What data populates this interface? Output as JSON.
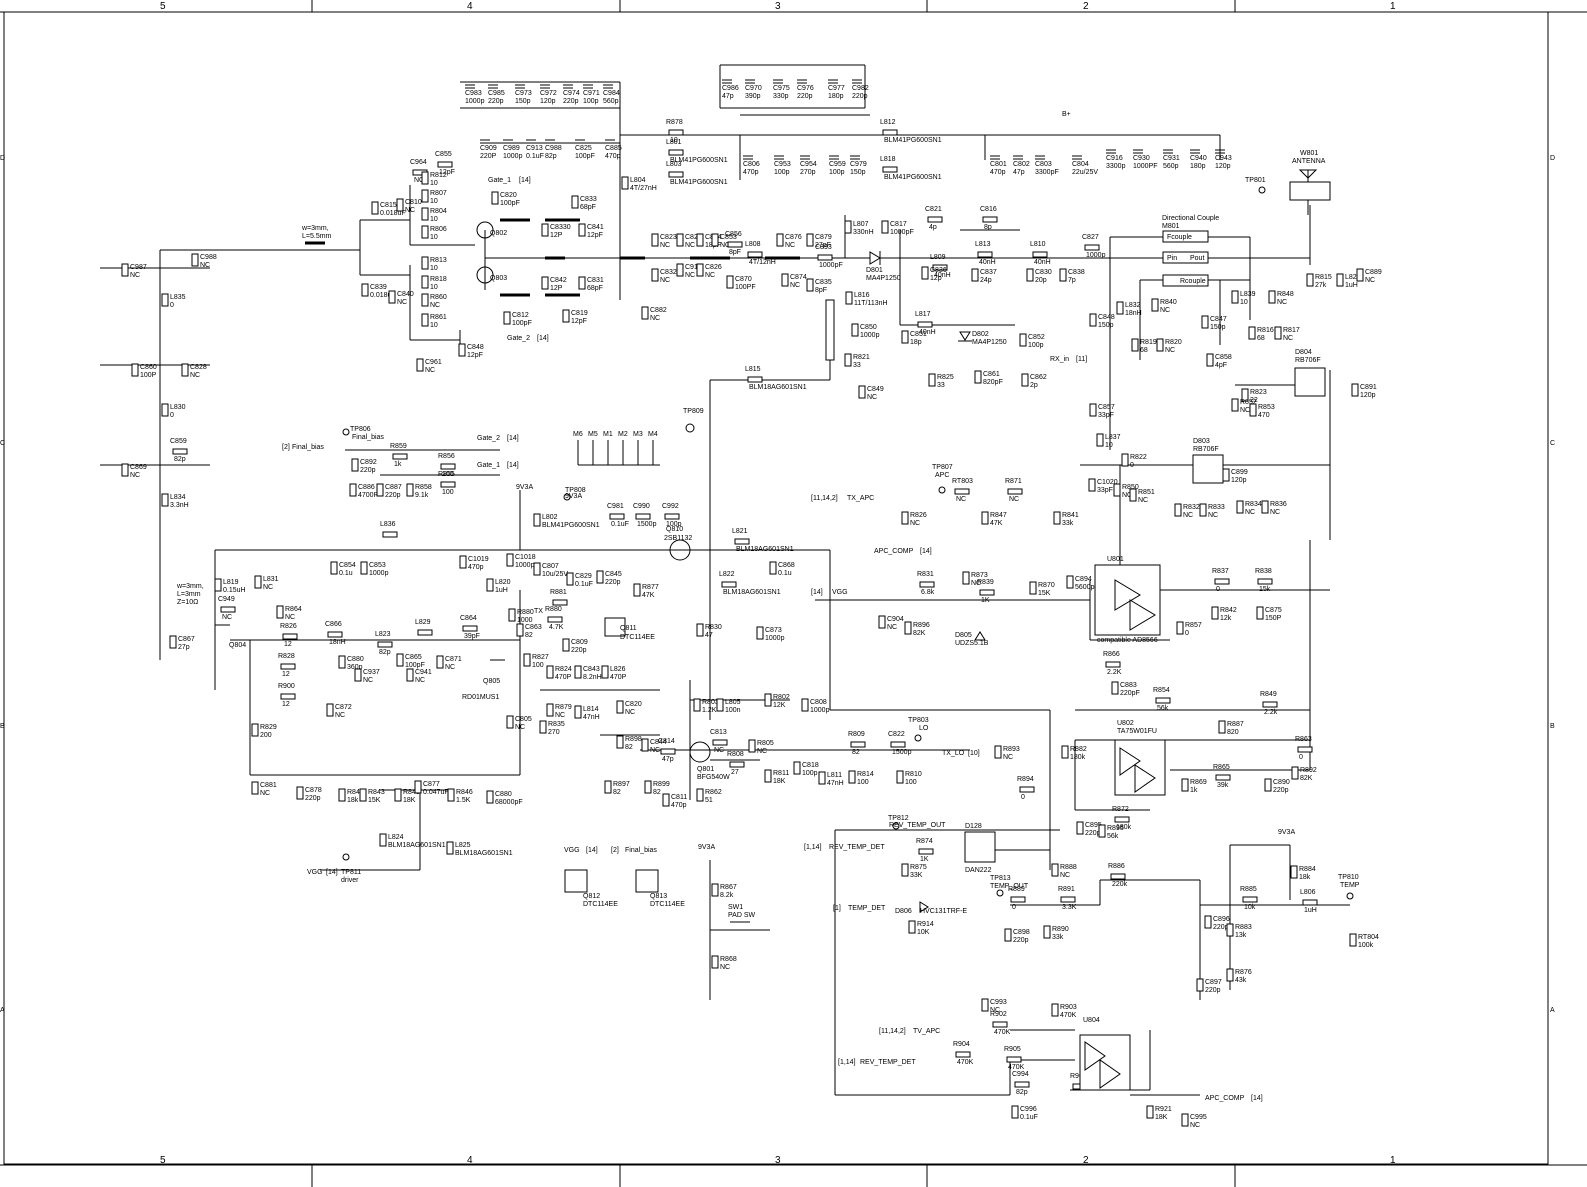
{
  "frame": {
    "columns": [
      "5",
      "4",
      "3",
      "2",
      "1"
    ],
    "rows": [
      "D",
      "C",
      "B",
      "A"
    ]
  },
  "net_labels": [
    {
      "id": "gate1_top",
      "text": "Gate_1"
    },
    {
      "id": "gate2",
      "text": "Gate_2"
    },
    {
      "id": "final_bias",
      "text": "Final_bias"
    },
    {
      "id": "gate2b",
      "text": "Gate_2"
    },
    {
      "id": "gate1b",
      "text": "Gate_1"
    },
    {
      "id": "rx_in",
      "text": "RX_in"
    },
    {
      "id": "tx_apc",
      "text": "TX_APC"
    },
    {
      "id": "apc_comp",
      "text": "APC_COMP"
    },
    {
      "id": "vgg_mid",
      "text": "VGG"
    },
    {
      "id": "tx",
      "text": "TX"
    },
    {
      "id": "tx_lo",
      "text": "TX_LO"
    },
    {
      "id": "vgg_low",
      "text": "VGG"
    },
    {
      "id": "rev_temp_det",
      "text": "REV_TEMP_DET"
    },
    {
      "id": "temp_det",
      "text": "TEMP_DET"
    },
    {
      "id": "tv_apc",
      "text": "TV_APC"
    },
    {
      "id": "rev_temp_det2",
      "text": "REV_TEMP_DET"
    },
    {
      "id": "apc_comp2",
      "text": "APC_COMP"
    },
    {
      "id": "bplus",
      "text": "B+"
    }
  ],
  "refs": {
    "r14": "[14]",
    "r11": "[11]",
    "r2": "[2]",
    "r10": "[10]",
    "r1": "[1]",
    "r11142": "[11,14,2]",
    "r114": "[1,14]"
  },
  "testpoints": [
    {
      "id": "tp801",
      "text": "TP801"
    },
    {
      "id": "tp806",
      "text": "TP806"
    },
    {
      "id": "tp808",
      "text": "TP808"
    },
    {
      "id": "tp809",
      "text": "TP809"
    },
    {
      "id": "tp807",
      "text": "TP807"
    },
    {
      "id": "tp803",
      "text": "TP803"
    },
    {
      "id": "tp812",
      "text": "TP812"
    },
    {
      "id": "tp813",
      "text": "TP813"
    },
    {
      "id": "tp810",
      "text": "TP810"
    },
    {
      "id": "tp811",
      "text": "TP811"
    }
  ],
  "tp_notes": {
    "apc": "APC",
    "lo": "LO",
    "rev": "REV_TEMP_OUT",
    "tout": "TEMP_OUT",
    "temp": "TEMP",
    "driver": "driver",
    "fbias": "Final_bias",
    "v9a": "9V3A"
  },
  "mounts": [
    "M6",
    "M5",
    "M1",
    "M2",
    "M3",
    "M4"
  ],
  "antenna": {
    "ref": "W801",
    "name": "ANTENNA"
  },
  "coupler": {
    "title": "Directional Couple",
    "ref": "M801",
    "fc": "Fcouple",
    "pin": "Pin",
    "pout": "Pout",
    "rc": "Rcouple"
  },
  "ics": {
    "u801": "U801",
    "u802": "U802",
    "u802p": "TA75W01FU",
    "u804": "U804",
    "compat": "compatible AD8566"
  },
  "transistors": {
    "q802": "Q802",
    "q803": "Q803",
    "q804": "Q804",
    "q805": "Q805",
    "q805p": "RD01MUS1",
    "q810": "Q810",
    "q810p": "2SB1132",
    "q811": "Q811",
    "q811p": "DTC114EE",
    "q801": "Q801",
    "q801p": "BFG540W",
    "q812": "Q812",
    "q812p": "DTC114EE",
    "q813": "Q813",
    "q813p": "DTC114EE"
  },
  "diodes": {
    "d801": "D801",
    "d801p": "MA4P1250",
    "d802": "D802",
    "d802p": "MA4P1250",
    "d804": "D804",
    "d804p": "RB706F",
    "d803": "D803",
    "d803p": "RB706F",
    "d805": "D805",
    "d805p": "UDZS5.1B",
    "d128": "D128",
    "d128p": "DAN222",
    "d806": "D806",
    "d806p": "HVC131TRF-E"
  },
  "switch": {
    "ref": "SW1",
    "name": "PAD SW"
  },
  "trace_notes": {
    "a": "w=3mm,",
    "b": "L=5.5mm",
    "c": "w=3mm,",
    "d": "L=3mm",
    "e": "Z=10Ω"
  },
  "parts_top": [
    [
      "C983",
      "1000p"
    ],
    [
      "C985",
      "220p"
    ],
    [
      "C973",
      "150p"
    ],
    [
      "C972",
      "120p"
    ],
    [
      "C974",
      "220p"
    ],
    [
      "C971",
      "100p"
    ],
    [
      "C984",
      "560p"
    ],
    [
      "C986",
      "47p"
    ],
    [
      "C970",
      "390p"
    ],
    [
      "C975",
      "330p"
    ],
    [
      "C976",
      "220p"
    ],
    [
      "C977",
      "180p"
    ],
    [
      "C982",
      "220p"
    ],
    [
      "C909",
      "220P"
    ],
    [
      "C989",
      "1000p"
    ],
    [
      "C913",
      "0.1uF"
    ],
    [
      "C988",
      "82p"
    ],
    [
      "C825",
      "100pF"
    ],
    [
      "C885",
      "470p"
    ],
    [
      "C806",
      "470p"
    ],
    [
      "C953",
      "100p"
    ],
    [
      "C954",
      "270p"
    ],
    [
      "C959",
      "100p"
    ],
    [
      "C979",
      "150p"
    ],
    [
      "C801",
      "470p"
    ],
    [
      "C802",
      "47p"
    ],
    [
      "C803",
      "3300pF"
    ],
    [
      "C804",
      "22u/25V"
    ],
    [
      "C916",
      "3300p"
    ],
    [
      "C930",
      "1000PF"
    ],
    [
      "C931",
      "560p"
    ],
    [
      "C940",
      "180p"
    ],
    [
      "C943",
      "120p"
    ]
  ],
  "parts": [
    [
      "R878",
      "10"
    ],
    [
      "L801",
      "BLM41PG600SN1"
    ],
    [
      "L803",
      "BLM41PG600SN1"
    ],
    [
      "L812",
      "BLM41PG600SN1"
    ],
    [
      "L818",
      "BLM41PG600SN1"
    ],
    [
      "C855",
      "12pF"
    ],
    [
      "C964",
      "NC"
    ],
    [
      "R812",
      "10"
    ],
    [
      "R807",
      "10"
    ],
    [
      "R804",
      "10"
    ],
    [
      "R806",
      "10"
    ],
    [
      "C815",
      "0.018uF"
    ],
    [
      "C810",
      "NC"
    ],
    [
      "C820",
      "100pF"
    ],
    [
      "C833",
      "68pF"
    ],
    [
      "L804",
      "4T/27nH"
    ],
    [
      "C8330",
      "12P"
    ],
    [
      "C841",
      "12pF"
    ],
    [
      "C823",
      "NC"
    ],
    [
      "C821b",
      "NC"
    ],
    [
      "C824",
      "18pF"
    ],
    [
      "C853b",
      "NC"
    ],
    [
      "C856",
      "8pF"
    ],
    [
      "L808",
      "4T/12nH"
    ],
    [
      "C876",
      "NC"
    ],
    [
      "C879",
      "27pF"
    ],
    [
      "C893",
      "1000pF"
    ],
    [
      "L807",
      "330nH"
    ],
    [
      "C817",
      "1000pF"
    ],
    [
      "C821",
      "4p"
    ],
    [
      "C816",
      "8p"
    ],
    [
      "L809",
      "40nH"
    ],
    [
      "L813",
      "40nH"
    ],
    [
      "L810",
      "40nH"
    ],
    [
      "C827",
      "1000p"
    ],
    [
      "C987",
      "NC"
    ],
    [
      "C988b",
      "NC"
    ],
    [
      "L835",
      "0"
    ],
    [
      "C860",
      "100P"
    ],
    [
      "C828",
      "NC"
    ],
    [
      "L830",
      "0"
    ],
    [
      "C859",
      "82p"
    ],
    [
      "C869",
      "NC"
    ],
    [
      "L834",
      "3.3nH"
    ],
    [
      "R813",
      "10"
    ],
    [
      "R818",
      "10"
    ],
    [
      "R860",
      "NC"
    ],
    [
      "R861",
      "10"
    ],
    [
      "C839",
      "0.018uF"
    ],
    [
      "C840",
      "NC"
    ],
    [
      "C961",
      "NC"
    ],
    [
      "C848",
      "12pF"
    ],
    [
      "C842",
      "12P"
    ],
    [
      "C831",
      "68pF"
    ],
    [
      "C812",
      "100pF"
    ],
    [
      "C819",
      "12pF"
    ],
    [
      "C882",
      "NC"
    ],
    [
      "C832",
      "NC"
    ],
    [
      "C911",
      "NC"
    ],
    [
      "C826",
      "NC"
    ],
    [
      "C870",
      "100PF"
    ],
    [
      "C874",
      "NC"
    ],
    [
      "C835",
      "8pF"
    ],
    [
      "L816",
      "11T/113nH"
    ],
    [
      "D801",
      "MA4P1250"
    ],
    [
      "C836",
      "12p"
    ],
    [
      "C837",
      "24p"
    ],
    [
      "C830",
      "20p"
    ],
    [
      "C838",
      "7p"
    ],
    [
      "L817",
      "40nH"
    ],
    [
      "C851",
      "18p"
    ],
    [
      "C850",
      "1000p"
    ],
    [
      "C852",
      "100p"
    ],
    [
      "R821",
      "33"
    ],
    [
      "C849",
      "NC"
    ],
    [
      "R825",
      "33"
    ],
    [
      "C861",
      "820pF"
    ],
    [
      "C862",
      "2p"
    ],
    [
      "R815",
      "27k"
    ],
    [
      "L828",
      "1uH"
    ],
    [
      "C889",
      "NC"
    ],
    [
      "R840",
      "NC"
    ],
    [
      "L832",
      "18nH"
    ],
    [
      "R819",
      "68"
    ],
    [
      "R820",
      "NC"
    ],
    [
      "C848b",
      "150p"
    ],
    [
      "C847",
      "150p"
    ],
    [
      "C858",
      "4pF"
    ],
    [
      "L839",
      "10"
    ],
    [
      "R848",
      "NC"
    ],
    [
      "R816",
      "68"
    ],
    [
      "R817",
      "NC"
    ],
    [
      "R823",
      "22"
    ],
    [
      "R852",
      "NC"
    ],
    [
      "R853",
      "470"
    ],
    [
      "C891",
      "120p"
    ],
    [
      "C857",
      "33pF"
    ],
    [
      "L815",
      "BLM18AG601SN1"
    ],
    [
      "R859",
      "1k"
    ],
    [
      "R856",
      "100"
    ],
    [
      "C892",
      "220p"
    ],
    [
      "C886",
      "4700P"
    ],
    [
      "C887",
      "220p"
    ],
    [
      "R858",
      "9.1k"
    ],
    [
      "R855",
      "100"
    ],
    [
      "L837",
      "10"
    ],
    [
      "C1020",
      "33pF"
    ],
    [
      "R822",
      "0"
    ],
    [
      "C899",
      "120p"
    ],
    [
      "R850",
      "NC"
    ],
    [
      "R851",
      "NC"
    ],
    [
      "R832",
      "NC"
    ],
    [
      "R833",
      "NC"
    ],
    [
      "R834",
      "NC"
    ],
    [
      "R836",
      "NC"
    ],
    [
      "RT803",
      "NC"
    ],
    [
      "R871",
      "NC"
    ],
    [
      "R826",
      "NC"
    ],
    [
      "R847",
      "47K"
    ],
    [
      "R841",
      "33k"
    ],
    [
      "L802",
      "BLM41PG600SN1"
    ],
    [
      "C981",
      "0.1uF"
    ],
    [
      "C990",
      "1500p"
    ],
    [
      "C992",
      "100p"
    ],
    [
      "L836",
      ""
    ],
    [
      "C854",
      "0.1u"
    ],
    [
      "C853",
      "1000p"
    ],
    [
      "C1019",
      "470p"
    ],
    [
      "C1018",
      "1000p"
    ],
    [
      "C807",
      "10u/25V"
    ],
    [
      "L821",
      "BLM18AG601SN1"
    ],
    [
      "L822",
      "BLM18AG601SN1"
    ],
    [
      "C868",
      "0.1u"
    ],
    [
      "L819",
      "0.15uH"
    ],
    [
      "L831",
      "NC"
    ],
    [
      "C949",
      "NC"
    ],
    [
      "R864",
      "NC"
    ],
    [
      "L820",
      "1uH"
    ],
    [
      "C829",
      "0.1uF"
    ],
    [
      "C845",
      "220p"
    ],
    [
      "R881",
      ""
    ],
    [
      "R877",
      "47K"
    ],
    [
      "R873",
      "NC"
    ],
    [
      "R831",
      "6.8k"
    ],
    [
      "R839",
      "1K"
    ],
    [
      "R870",
      "15K"
    ],
    [
      "C894",
      "5600pF"
    ],
    [
      "C904",
      "NC"
    ],
    [
      "R896",
      "82K"
    ],
    [
      "D805",
      "UDZS5.1B"
    ],
    [
      "R837",
      "0"
    ],
    [
      "R838",
      "15k"
    ],
    [
      "R842",
      "12k"
    ],
    [
      "C875",
      "150P"
    ],
    [
      "R857",
      "0"
    ],
    [
      "R866",
      "2.2K"
    ],
    [
      "C867",
      "27p"
    ],
    [
      "R826b",
      "12"
    ],
    [
      "C866",
      "18nH"
    ],
    [
      "R828",
      "12"
    ],
    [
      "R900",
      "12"
    ],
    [
      "L823",
      "82p"
    ],
    [
      "L829",
      ""
    ],
    [
      "C864",
      "39pF"
    ],
    [
      "C880b",
      "360p"
    ],
    [
      "C937",
      "NC"
    ],
    [
      "C865",
      "100pF"
    ],
    [
      "C941",
      "NC"
    ],
    [
      "C871",
      "NC"
    ],
    [
      "C872",
      "NC"
    ],
    [
      "R880",
      "1000"
    ],
    [
      "R880b",
      "4.7K"
    ],
    [
      "C863",
      "82"
    ],
    [
      "R827",
      "100"
    ],
    [
      "C809",
      "220p"
    ],
    [
      "R830",
      "47"
    ],
    [
      "C873",
      "1000p"
    ],
    [
      "R824",
      "470P"
    ],
    [
      "C843",
      "8.2nH"
    ],
    [
      "L826",
      "470P"
    ],
    [
      "L814",
      "47nH"
    ],
    [
      "C820b",
      "NC"
    ],
    [
      "R879",
      "NC"
    ],
    [
      "R835",
      "270"
    ],
    [
      "C805",
      "NC"
    ],
    [
      "R803",
      "1.2K"
    ],
    [
      "L805",
      "100n"
    ],
    [
      "R802",
      "12K"
    ],
    [
      "C808",
      "1000p"
    ],
    [
      "C883",
      "220pF"
    ],
    [
      "R854",
      "56k"
    ],
    [
      "R849",
      "2.2k"
    ],
    [
      "R887",
      "820"
    ],
    [
      "R829",
      "200"
    ],
    [
      "R898",
      "82"
    ],
    [
      "C844",
      "NC"
    ],
    [
      "C814",
      "47p"
    ],
    [
      "C813",
      "NC"
    ],
    [
      "R805",
      "NC"
    ],
    [
      "R808",
      "27"
    ],
    [
      "C818",
      "100p"
    ],
    [
      "L811",
      "47nH"
    ],
    [
      "R814",
      "100"
    ],
    [
      "R809",
      "82"
    ],
    [
      "C822",
      "1500p"
    ],
    [
      "R810",
      "100"
    ],
    [
      "R811",
      "18K"
    ],
    [
      "R897",
      "82"
    ],
    [
      "R899",
      "82"
    ],
    [
      "C811",
      "470p"
    ],
    [
      "R862",
      "51"
    ],
    [
      "C881",
      "NC"
    ],
    [
      "C878",
      "220p"
    ],
    [
      "R844",
      "18k"
    ],
    [
      "R843",
      "15K"
    ],
    [
      "R845",
      "18K"
    ],
    [
      "C877",
      "0.047uF"
    ],
    [
      "R846",
      "1.5K"
    ],
    [
      "C880",
      "68000pF"
    ],
    [
      "L824",
      "BLM18AG601SN1"
    ],
    [
      "L825",
      "BLM18AG601SN1"
    ],
    [
      "R882",
      "180k"
    ],
    [
      "R893",
      "NC"
    ],
    [
      "R894",
      "0"
    ],
    [
      "R872",
      "180k"
    ],
    [
      "R869",
      "1k"
    ],
    [
      "R865",
      "39k"
    ],
    [
      "C890",
      "220p"
    ],
    [
      "R892",
      "82K"
    ],
    [
      "R863",
      "0"
    ],
    [
      "C895",
      "220p"
    ],
    [
      "R895",
      "56k"
    ],
    [
      "R874",
      "1K"
    ],
    [
      "R875",
      "33K"
    ],
    [
      "R888",
      "NC"
    ],
    [
      "R886",
      "220k"
    ],
    [
      "R891",
      "3.3K"
    ],
    [
      "R889",
      "0"
    ],
    [
      "R884",
      "18k"
    ],
    [
      "R885",
      "10k"
    ],
    [
      "L806",
      "1uH"
    ],
    [
      "RT804",
      "100k"
    ],
    [
      "R914",
      "10K"
    ],
    [
      "C898",
      "220p"
    ],
    [
      "R890",
      "33k"
    ],
    [
      "C896",
      "220p"
    ],
    [
      "R883",
      "13k"
    ],
    [
      "C897",
      "220p"
    ],
    [
      "R876",
      "43k"
    ],
    [
      "R867",
      "8.2k"
    ],
    [
      "R868",
      "NC"
    ],
    [
      "C993",
      "NC"
    ],
    [
      "R902",
      "470K"
    ],
    [
      "R903",
      "470K"
    ],
    [
      "R904",
      "470K"
    ],
    [
      "R905",
      "470K"
    ],
    [
      "C994",
      "82p"
    ],
    [
      "R907",
      ""
    ],
    [
      "C996",
      "0.1uF"
    ],
    [
      "R921",
      "18K"
    ],
    [
      "C995",
      "NC"
    ]
  ]
}
